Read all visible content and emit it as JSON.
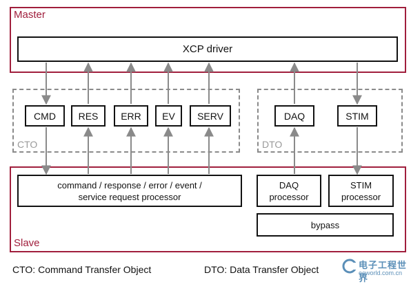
{
  "master": {
    "label": "Master"
  },
  "slave": {
    "label": "Slave"
  },
  "xcp_driver": "XCP driver",
  "cto": {
    "label": "CTO",
    "boxes": [
      "CMD",
      "RES",
      "ERR",
      "EV",
      "SERV"
    ]
  },
  "dto": {
    "label": "DTO",
    "boxes": [
      "DAQ",
      "STIM"
    ]
  },
  "processors": {
    "command": [
      "command / response / error / event /",
      "service request processor"
    ],
    "daq": [
      "DAQ",
      "processor"
    ],
    "stim": [
      "STIM",
      "processor"
    ],
    "bypass": "bypass"
  },
  "legend": {
    "cto": "CTO: Command Transfer Object",
    "dto": "DTO: Data Transfer Object"
  },
  "watermark": {
    "brand": "电子工程世界",
    "site": "eeworld.com.cn"
  },
  "colors": {
    "master_slave_border": "#a01e3c",
    "arrow": "#8a8a8a",
    "dashed_border": "#8a8a8a"
  }
}
